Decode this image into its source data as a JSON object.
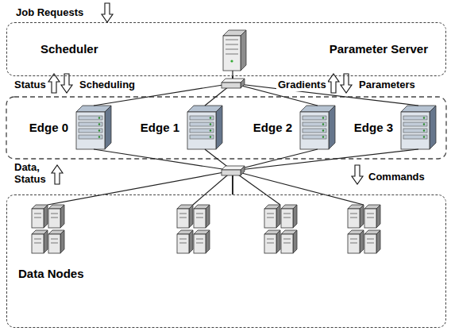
{
  "diagram": {
    "nodes": [
      {
        "text": [
          "Scheduler",
          "Parameter Server"
        ]
      },
      {
        "text": [
          "Edge 0"
        ]
      },
      {
        "text": [
          "Edge 1"
        ]
      },
      {
        "text": [
          "Edge 2"
        ]
      },
      {
        "text": [
          "Edge 3"
        ]
      },
      {
        "text": [
          "Data Nodes"
        ]
      }
    ],
    "edges": [
      {
        "from": 0,
        "to": 1,
        "arrow": "none"
      },
      {
        "from": 0,
        "to": 2,
        "arrow": "none"
      },
      {
        "from": 0,
        "to": 3,
        "arrow": "none"
      },
      {
        "from": 0,
        "to": 4,
        "arrow": "none"
      },
      {
        "from": 1,
        "to": 5,
        "arrow": "none"
      },
      {
        "from": 2,
        "to": 5,
        "arrow": "none"
      },
      {
        "from": 3,
        "to": 5,
        "arrow": "none"
      },
      {
        "from": 4,
        "to": 5,
        "arrow": "none"
      }
    ],
    "labels": [
      "Job Requests",
      "Status",
      "Scheduling",
      "Gradients",
      "Parameters",
      "Data, Status",
      "Commands"
    ]
  }
}
